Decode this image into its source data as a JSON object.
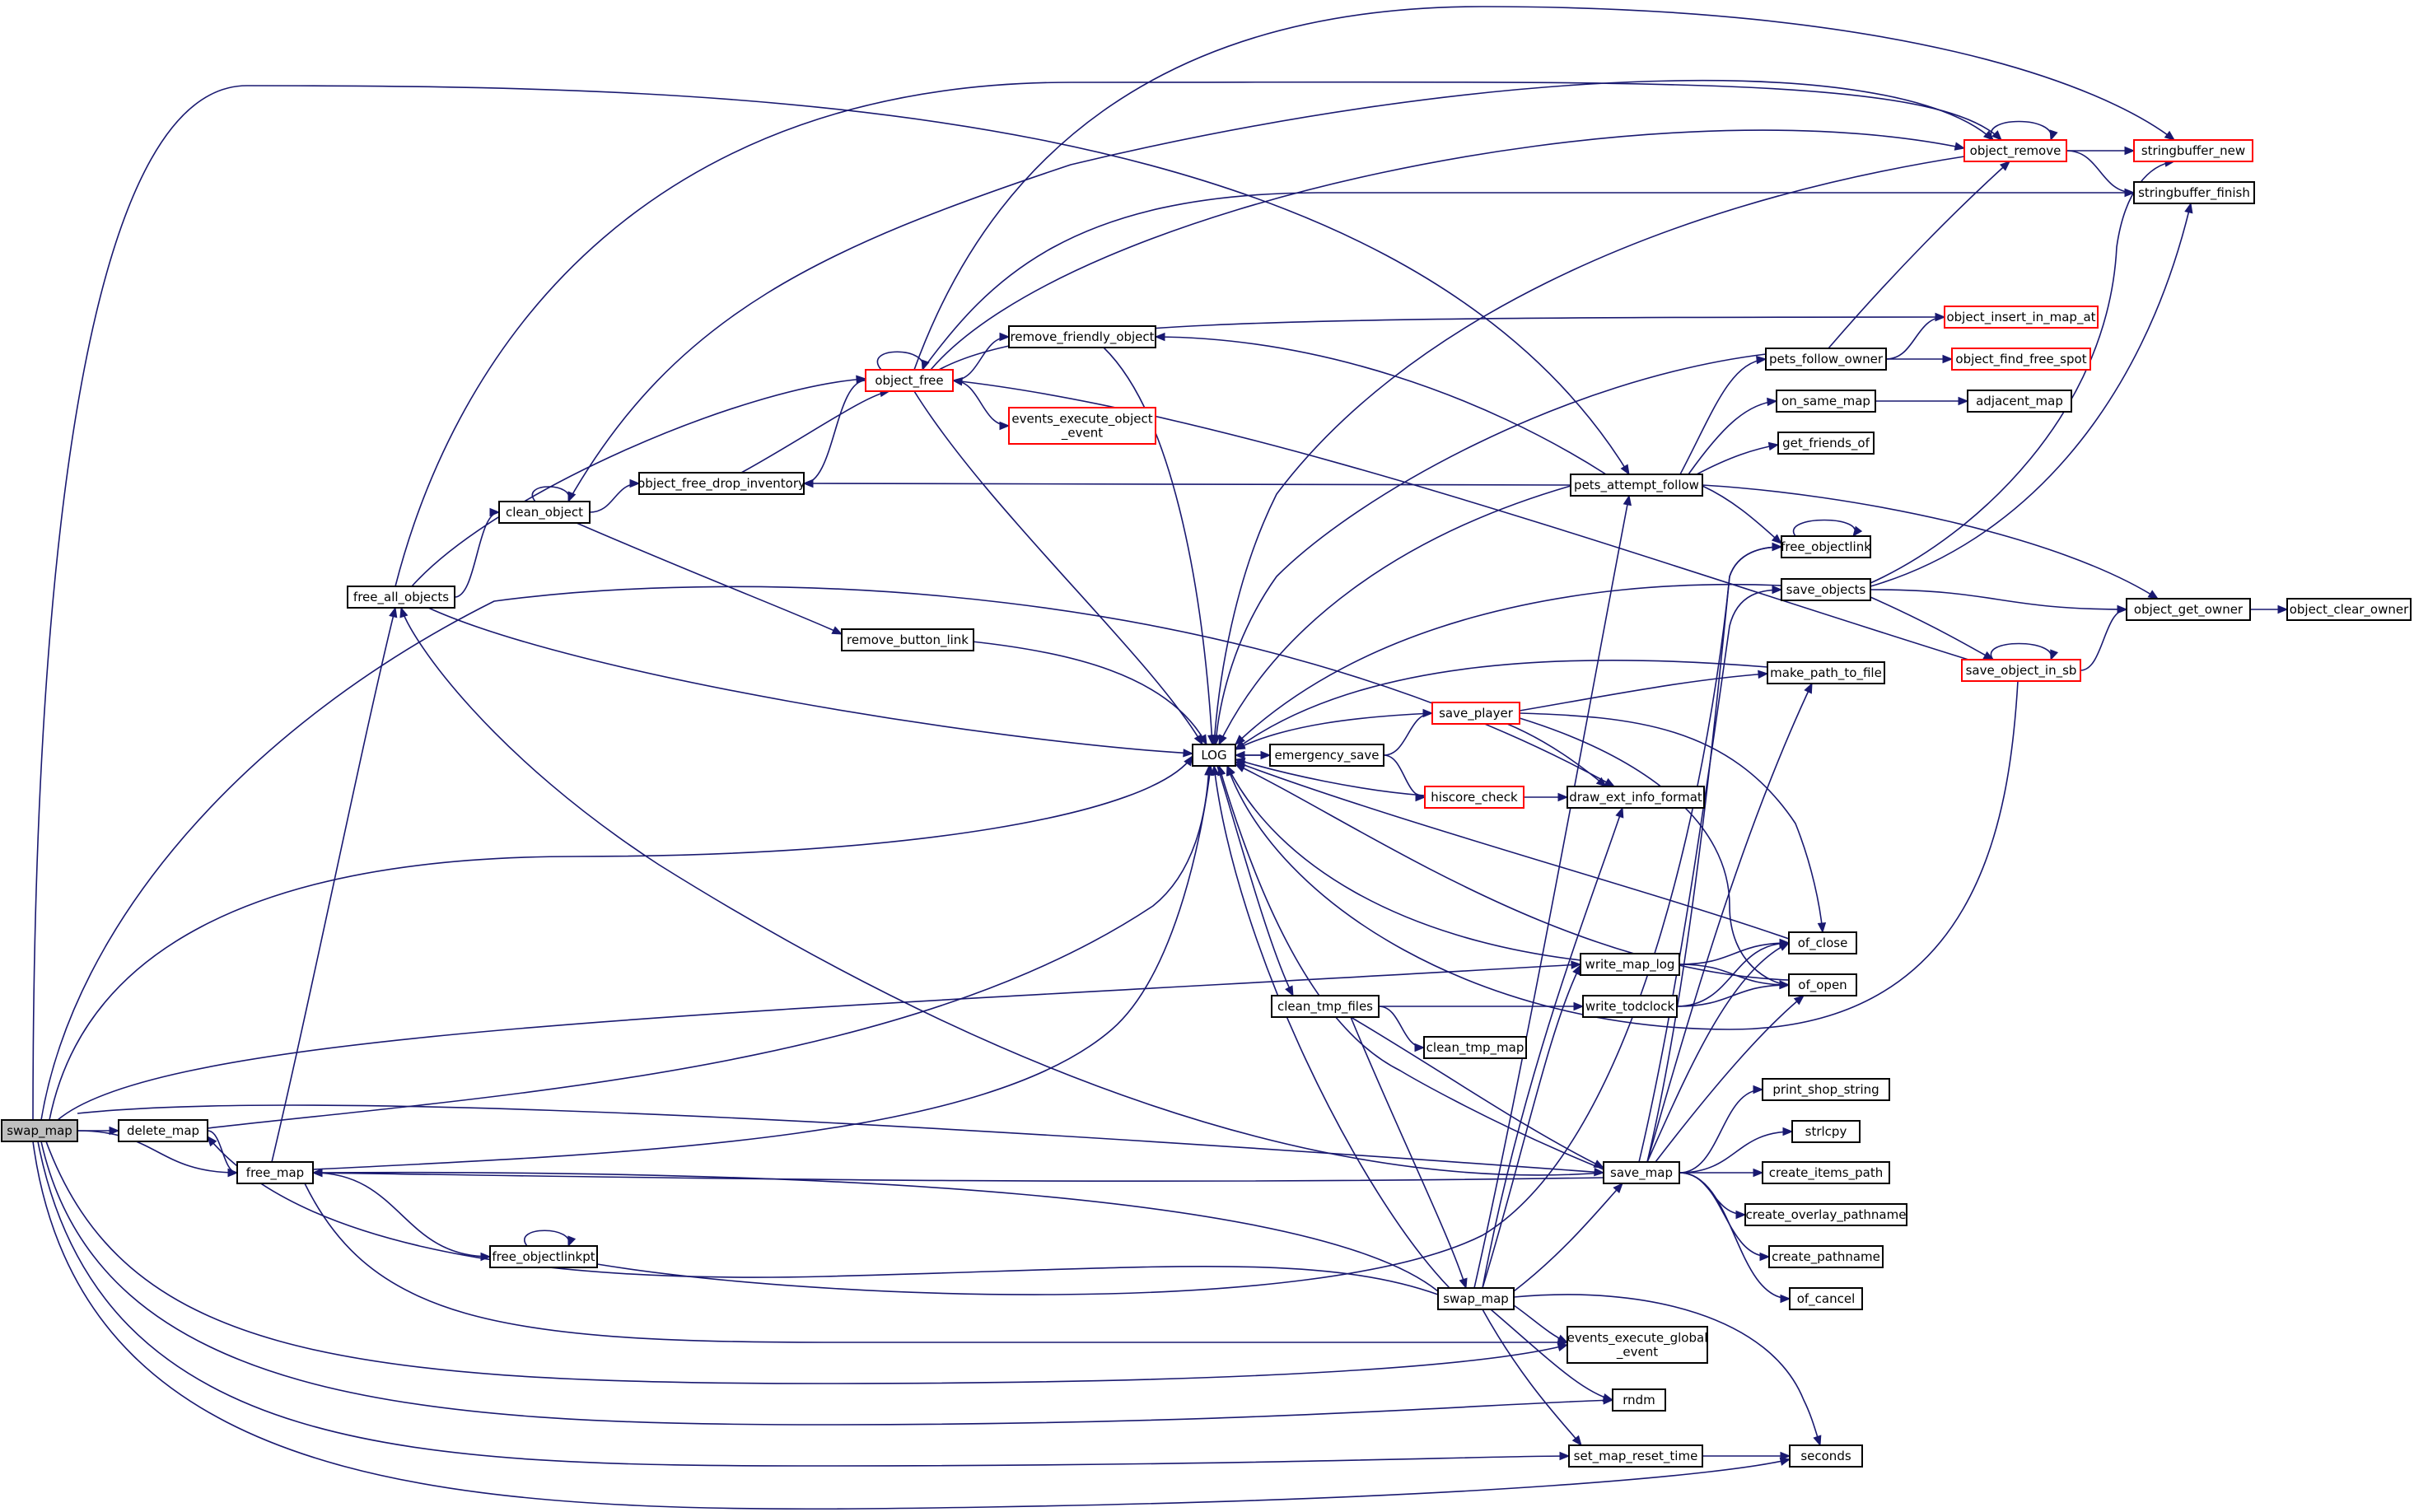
{
  "graph": {
    "edge_color": "#191970",
    "node_border_color": "#000000",
    "truncated_border_color": "#ff0000",
    "root_fill_color": "#bfbfbf",
    "nodes": [
      {
        "id": "swap_map_root",
        "label": "swap_map",
        "root": true
      },
      {
        "id": "delete_map",
        "label": "delete_map"
      },
      {
        "id": "free_map",
        "label": "free_map"
      },
      {
        "id": "free_all_objects",
        "label": "free_all_objects"
      },
      {
        "id": "clean_object",
        "label": "clean_object"
      },
      {
        "id": "object_free",
        "label": "object_free",
        "truncated": true
      },
      {
        "id": "object_free_drop_inventory",
        "label": "object_free_drop_inventory"
      },
      {
        "id": "remove_friendly_object",
        "label": "remove_friendly_object"
      },
      {
        "id": "events_execute_object_event",
        "label": "events_execute_object\n_event",
        "truncated": true
      },
      {
        "id": "remove_button_link",
        "label": "remove_button_link"
      },
      {
        "id": "free_objectlinkpt",
        "label": "free_objectlinkpt"
      },
      {
        "id": "LOG",
        "label": "LOG"
      },
      {
        "id": "emergency_save",
        "label": "emergency_save"
      },
      {
        "id": "save_player",
        "label": "save_player",
        "truncated": true
      },
      {
        "id": "hiscore_check",
        "label": "hiscore_check",
        "truncated": true
      },
      {
        "id": "draw_ext_info_format",
        "label": "draw_ext_info_format"
      },
      {
        "id": "clean_tmp_files",
        "label": "clean_tmp_files"
      },
      {
        "id": "clean_tmp_map",
        "label": "clean_tmp_map"
      },
      {
        "id": "swap_map",
        "label": "swap_map"
      },
      {
        "id": "save_map",
        "label": "save_map"
      },
      {
        "id": "pets_attempt_follow",
        "label": "pets_attempt_follow"
      },
      {
        "id": "write_map_log",
        "label": "write_map_log"
      },
      {
        "id": "write_todclock",
        "label": "write_todclock"
      },
      {
        "id": "events_execute_global_event",
        "label": "events_execute_global\n_event"
      },
      {
        "id": "rndm",
        "label": "rndm"
      },
      {
        "id": "set_map_reset_time",
        "label": "set_map_reset_time"
      },
      {
        "id": "object_remove",
        "label": "object_remove",
        "truncated": true
      },
      {
        "id": "pets_follow_owner",
        "label": "pets_follow_owner"
      },
      {
        "id": "on_same_map",
        "label": "on_same_map"
      },
      {
        "id": "get_friends_of",
        "label": "get_friends_of"
      },
      {
        "id": "free_objectlink",
        "label": "free_objectlink"
      },
      {
        "id": "save_objects",
        "label": "save_objects"
      },
      {
        "id": "make_path_to_file",
        "label": "make_path_to_file"
      },
      {
        "id": "of_close",
        "label": "of_close"
      },
      {
        "id": "of_open",
        "label": "of_open"
      },
      {
        "id": "print_shop_string",
        "label": "print_shop_string"
      },
      {
        "id": "strlcpy",
        "label": "strlcpy"
      },
      {
        "id": "create_items_path",
        "label": "create_items_path"
      },
      {
        "id": "create_overlay_pathname",
        "label": "create_overlay_pathname"
      },
      {
        "id": "create_pathname",
        "label": "create_pathname"
      },
      {
        "id": "of_cancel",
        "label": "of_cancel"
      },
      {
        "id": "seconds",
        "label": "seconds"
      },
      {
        "id": "stringbuffer_new",
        "label": "stringbuffer_new",
        "truncated": true
      },
      {
        "id": "stringbuffer_finish",
        "label": "stringbuffer_finish"
      },
      {
        "id": "object_insert_in_map_at",
        "label": "object_insert_in_map_at",
        "truncated": true
      },
      {
        "id": "object_find_free_spot",
        "label": "object_find_free_spot",
        "truncated": true
      },
      {
        "id": "adjacent_map",
        "label": "adjacent_map"
      },
      {
        "id": "object_get_owner",
        "label": "object_get_owner"
      },
      {
        "id": "object_clear_owner",
        "label": "object_clear_owner"
      },
      {
        "id": "save_object_in_sb",
        "label": "save_object_in_sb",
        "truncated": true
      }
    ],
    "edges": [
      {
        "from": "swap_map_root",
        "to": "delete_map"
      },
      {
        "from": "swap_map_root",
        "to": "free_map"
      },
      {
        "from": "swap_map_root",
        "to": "LOG"
      },
      {
        "from": "swap_map_root",
        "to": "save_map"
      },
      {
        "from": "swap_map_root",
        "to": "pets_attempt_follow"
      },
      {
        "from": "swap_map_root",
        "to": "write_map_log"
      },
      {
        "from": "swap_map_root",
        "to": "draw_ext_info_format"
      },
      {
        "from": "swap_map_root",
        "to": "events_execute_global_event"
      },
      {
        "from": "swap_map_root",
        "to": "rndm"
      },
      {
        "from": "swap_map_root",
        "to": "set_map_reset_time"
      },
      {
        "from": "swap_map_root",
        "to": "seconds"
      },
      {
        "from": "delete_map",
        "to": "free_map"
      },
      {
        "from": "delete_map",
        "to": "LOG"
      },
      {
        "from": "free_map",
        "to": "free_all_objects"
      },
      {
        "from": "free_map",
        "to": "free_objectlinkpt"
      },
      {
        "from": "free_map",
        "to": "LOG"
      },
      {
        "from": "free_map",
        "to": "events_execute_global_event"
      },
      {
        "from": "free_all_objects",
        "to": "clean_object"
      },
      {
        "from": "free_all_objects",
        "to": "object_free"
      },
      {
        "from": "free_all_objects",
        "to": "object_remove"
      },
      {
        "from": "free_all_objects",
        "to": "LOG"
      },
      {
        "from": "clean_object",
        "to": "clean_object"
      },
      {
        "from": "clean_object",
        "to": "object_free_drop_inventory"
      },
      {
        "from": "clean_object",
        "to": "remove_button_link"
      },
      {
        "from": "clean_object",
        "to": "object_remove"
      },
      {
        "from": "object_free",
        "to": "object_free"
      },
      {
        "from": "object_free",
        "to": "remove_friendly_object"
      },
      {
        "from": "object_free",
        "to": "events_execute_object_event"
      },
      {
        "from": "object_free",
        "to": "object_free_drop_inventory"
      },
      {
        "from": "object_free",
        "to": "LOG"
      },
      {
        "from": "object_free",
        "to": "object_remove"
      },
      {
        "from": "object_free",
        "to": "stringbuffer_new"
      },
      {
        "from": "object_free",
        "to": "stringbuffer_finish"
      },
      {
        "from": "object_free",
        "to": "object_insert_in_map_at"
      },
      {
        "from": "object_free_drop_inventory",
        "to": "object_free"
      },
      {
        "from": "remove_friendly_object",
        "to": "LOG"
      },
      {
        "from": "remove_button_link",
        "to": "LOG"
      },
      {
        "from": "free_objectlinkpt",
        "to": "free_objectlinkpt"
      },
      {
        "from": "free_objectlinkpt",
        "to": "free_objectlink"
      },
      {
        "from": "LOG",
        "to": "emergency_save"
      },
      {
        "from": "LOG",
        "to": "clean_tmp_files"
      },
      {
        "from": "emergency_save",
        "to": "LOG"
      },
      {
        "from": "emergency_save",
        "to": "save_player"
      },
      {
        "from": "emergency_save",
        "to": "hiscore_check"
      },
      {
        "from": "save_player",
        "to": "LOG"
      },
      {
        "from": "save_player",
        "to": "draw_ext_info_format"
      },
      {
        "from": "save_player",
        "to": "make_path_to_file"
      },
      {
        "from": "save_player",
        "to": "of_close"
      },
      {
        "from": "save_player",
        "to": "of_open"
      },
      {
        "from": "hiscore_check",
        "to": "LOG"
      },
      {
        "from": "hiscore_check",
        "to": "draw_ext_info_format"
      },
      {
        "from": "clean_tmp_files",
        "to": "clean_tmp_map"
      },
      {
        "from": "clean_tmp_files",
        "to": "save_map"
      },
      {
        "from": "clean_tmp_files",
        "to": "swap_map"
      },
      {
        "from": "clean_tmp_files",
        "to": "write_todclock"
      },
      {
        "from": "swap_map",
        "to": "LOG"
      },
      {
        "from": "swap_map",
        "to": "delete_map"
      },
      {
        "from": "swap_map",
        "to": "free_map"
      },
      {
        "from": "swap_map",
        "to": "save_map"
      },
      {
        "from": "swap_map",
        "to": "pets_attempt_follow"
      },
      {
        "from": "swap_map",
        "to": "write_map_log"
      },
      {
        "from": "swap_map",
        "to": "draw_ext_info_format"
      },
      {
        "from": "swap_map",
        "to": "events_execute_global_event"
      },
      {
        "from": "swap_map",
        "to": "rndm"
      },
      {
        "from": "swap_map",
        "to": "set_map_reset_time"
      },
      {
        "from": "swap_map",
        "to": "seconds"
      },
      {
        "from": "save_map",
        "to": "LOG"
      },
      {
        "from": "save_map",
        "to": "free_all_objects"
      },
      {
        "from": "save_map",
        "to": "free_map"
      },
      {
        "from": "save_map",
        "to": "free_objectlink"
      },
      {
        "from": "save_map",
        "to": "save_objects"
      },
      {
        "from": "save_map",
        "to": "make_path_to_file"
      },
      {
        "from": "save_map",
        "to": "of_close"
      },
      {
        "from": "save_map",
        "to": "of_open"
      },
      {
        "from": "save_map",
        "to": "print_shop_string"
      },
      {
        "from": "save_map",
        "to": "strlcpy"
      },
      {
        "from": "save_map",
        "to": "create_items_path"
      },
      {
        "from": "save_map",
        "to": "create_overlay_pathname"
      },
      {
        "from": "save_map",
        "to": "create_pathname"
      },
      {
        "from": "save_map",
        "to": "of_cancel"
      },
      {
        "from": "pets_attempt_follow",
        "to": "LOG"
      },
      {
        "from": "pets_attempt_follow",
        "to": "object_free_drop_inventory"
      },
      {
        "from": "pets_attempt_follow",
        "to": "remove_friendly_object"
      },
      {
        "from": "pets_attempt_follow",
        "to": "pets_follow_owner"
      },
      {
        "from": "pets_attempt_follow",
        "to": "on_same_map"
      },
      {
        "from": "pets_attempt_follow",
        "to": "get_friends_of"
      },
      {
        "from": "pets_attempt_follow",
        "to": "free_objectlink"
      },
      {
        "from": "pets_attempt_follow",
        "to": "object_get_owner"
      },
      {
        "from": "write_map_log",
        "to": "LOG"
      },
      {
        "from": "write_map_log",
        "to": "of_close"
      },
      {
        "from": "write_map_log",
        "to": "of_open"
      },
      {
        "from": "write_todclock",
        "to": "of_close"
      },
      {
        "from": "write_todclock",
        "to": "of_open"
      },
      {
        "from": "set_map_reset_time",
        "to": "seconds"
      },
      {
        "from": "object_remove",
        "to": "object_remove"
      },
      {
        "from": "object_remove",
        "to": "LOG"
      },
      {
        "from": "object_remove",
        "to": "stringbuffer_new"
      },
      {
        "from": "object_remove",
        "to": "stringbuffer_finish"
      },
      {
        "from": "pets_follow_owner",
        "to": "object_remove"
      },
      {
        "from": "pets_follow_owner",
        "to": "object_insert_in_map_at"
      },
      {
        "from": "pets_follow_owner",
        "to": "object_find_free_spot"
      },
      {
        "from": "pets_follow_owner",
        "to": "LOG"
      },
      {
        "from": "on_same_map",
        "to": "adjacent_map"
      },
      {
        "from": "free_objectlink",
        "to": "free_objectlink"
      },
      {
        "from": "save_objects",
        "to": "LOG"
      },
      {
        "from": "save_objects",
        "to": "stringbuffer_new"
      },
      {
        "from": "save_objects",
        "to": "stringbuffer_finish"
      },
      {
        "from": "save_objects",
        "to": "object_get_owner"
      },
      {
        "from": "save_objects",
        "to": "save_object_in_sb"
      },
      {
        "from": "make_path_to_file",
        "to": "LOG"
      },
      {
        "from": "of_close",
        "to": "LOG"
      },
      {
        "from": "of_open",
        "to": "LOG"
      },
      {
        "from": "object_get_owner",
        "to": "object_clear_owner"
      },
      {
        "from": "save_object_in_sb",
        "to": "save_object_in_sb"
      },
      {
        "from": "save_object_in_sb",
        "to": "object_get_owner"
      },
      {
        "from": "save_object_in_sb",
        "to": "LOG"
      },
      {
        "from": "save_object_in_sb",
        "to": "object_free"
      }
    ]
  }
}
